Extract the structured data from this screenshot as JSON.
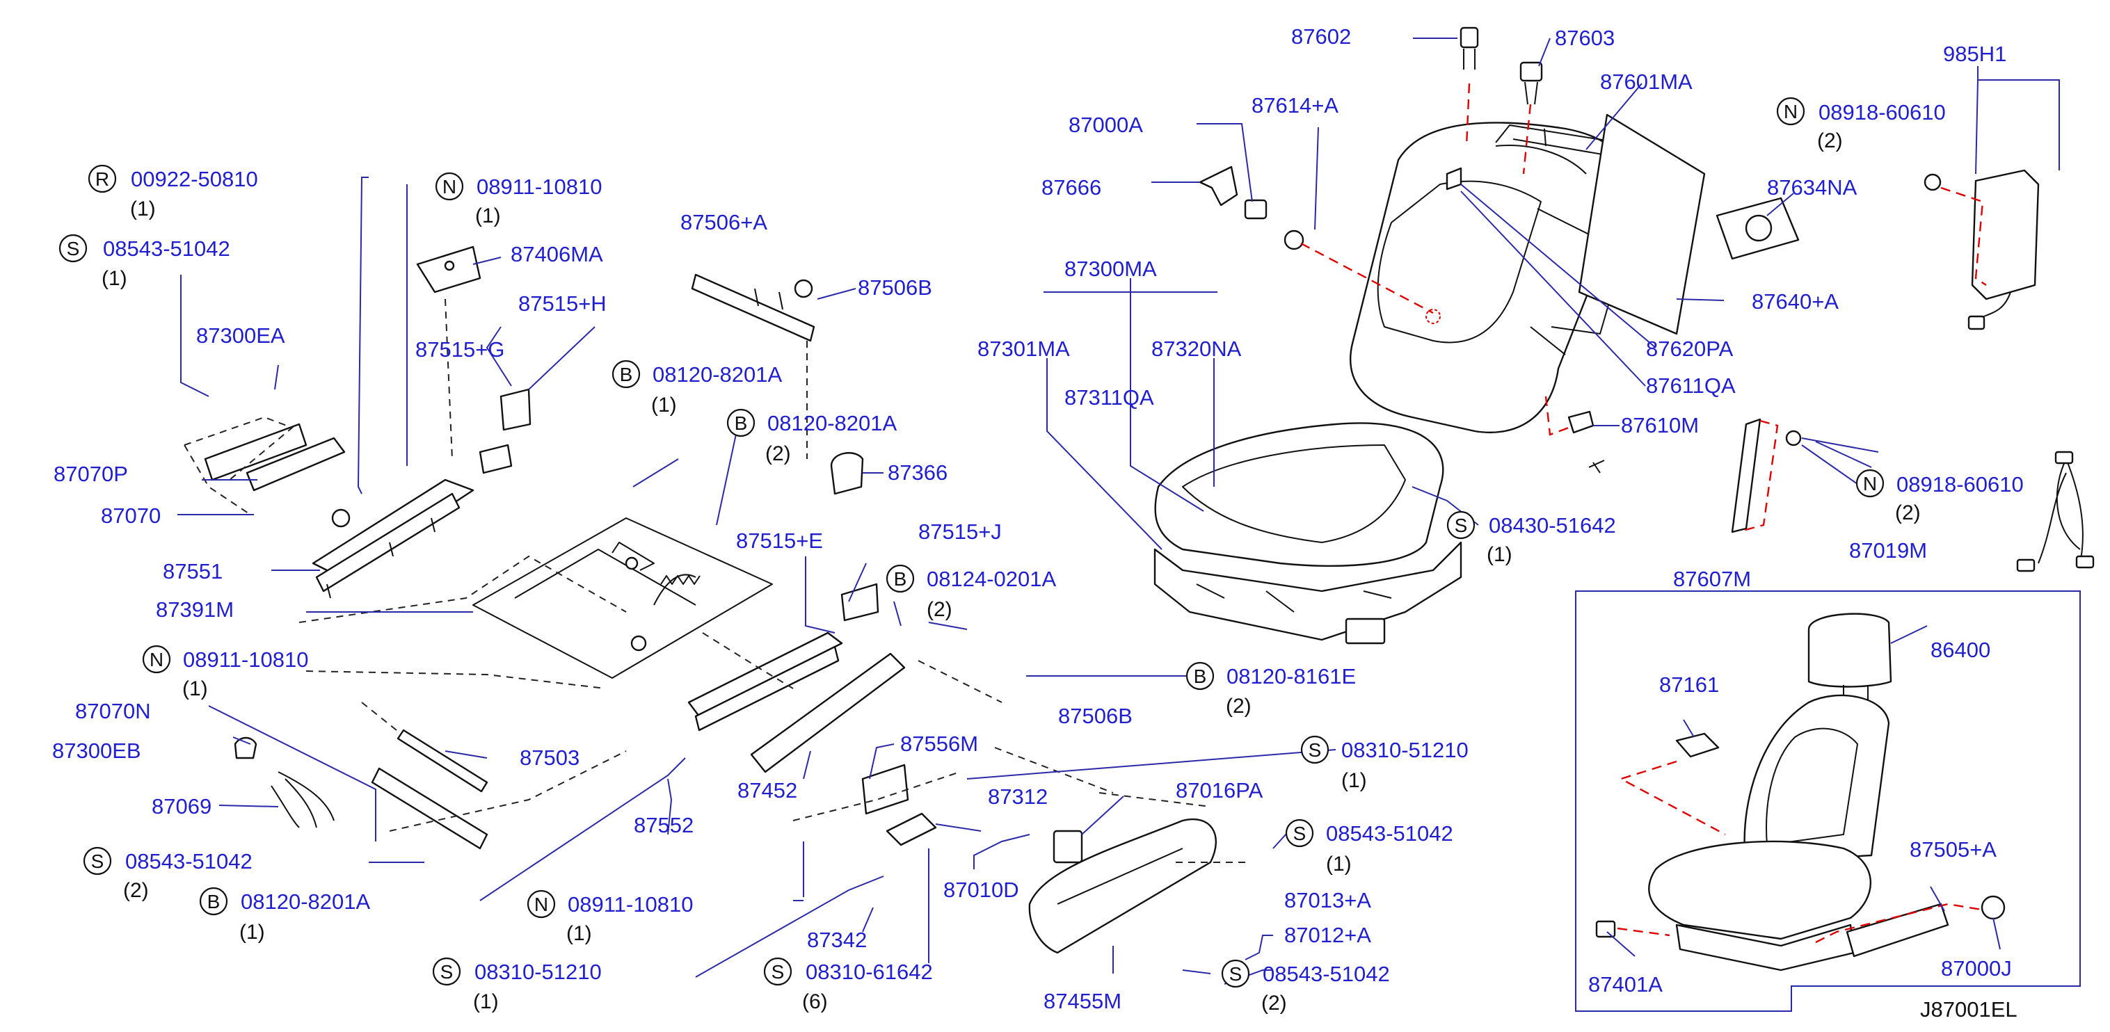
{
  "diagram_ref": "J87001EL",
  "colors": {
    "part_number": "#1f1fd0",
    "leader": "#2a2aa8",
    "red_dash": "#e00000",
    "ink": "#111111"
  },
  "labels": [
    {
      "id": "87602",
      "text": "87602"
    },
    {
      "id": "87603",
      "text": "87603"
    },
    {
      "id": "985h1",
      "text": "985H1"
    },
    {
      "id": "87601ma",
      "text": "87601MA"
    },
    {
      "id": "87614a",
      "text": "87614+A"
    },
    {
      "id": "87000a",
      "text": "87000A"
    },
    {
      "id": "87666",
      "text": "87666"
    },
    {
      "id": "87634na",
      "text": "87634NA"
    },
    {
      "id": "87640a",
      "text": "87640+A"
    },
    {
      "id": "87620pa",
      "text": "87620PA"
    },
    {
      "id": "87611qa",
      "text": "87611QA"
    },
    {
      "id": "87610m",
      "text": "87610M"
    },
    {
      "id": "87300ma",
      "text": "87300MA"
    },
    {
      "id": "87301ma",
      "text": "87301MA"
    },
    {
      "id": "87320na",
      "text": "87320NA"
    },
    {
      "id": "87311qa",
      "text": "87311QA"
    },
    {
      "id": "87607m",
      "text": "87607M"
    },
    {
      "id": "87019m",
      "text": "87019M"
    },
    {
      "id": "86400",
      "text": "86400"
    },
    {
      "id": "87161",
      "text": "87161"
    },
    {
      "id": "87505a",
      "text": "87505+A"
    },
    {
      "id": "87401a",
      "text": "87401A"
    },
    {
      "id": "87000j",
      "text": "87000J"
    },
    {
      "id": "87406ma",
      "text": "87406MA"
    },
    {
      "id": "87515h",
      "text": "87515+H"
    },
    {
      "id": "87515g",
      "text": "87515+G"
    },
    {
      "id": "87506a",
      "text": "87506+A"
    },
    {
      "id": "87506b_top",
      "text": "87506B"
    },
    {
      "id": "87300ea",
      "text": "87300EA"
    },
    {
      "id": "87070p",
      "text": "87070P"
    },
    {
      "id": "87070",
      "text": "87070"
    },
    {
      "id": "87551",
      "text": "87551"
    },
    {
      "id": "87391m",
      "text": "87391M"
    },
    {
      "id": "87366",
      "text": "87366"
    },
    {
      "id": "87515e",
      "text": "87515+E"
    },
    {
      "id": "87515j",
      "text": "87515+J"
    },
    {
      "id": "87070n",
      "text": "87070N"
    },
    {
      "id": "87300eb",
      "text": "87300EB"
    },
    {
      "id": "87069",
      "text": "87069"
    },
    {
      "id": "87503",
      "text": "87503"
    },
    {
      "id": "87552",
      "text": "87552"
    },
    {
      "id": "87452",
      "text": "87452"
    },
    {
      "id": "87556m",
      "text": "87556M"
    },
    {
      "id": "87506b_mid",
      "text": "87506B"
    },
    {
      "id": "87312",
      "text": "87312"
    },
    {
      "id": "87016pa",
      "text": "87016PA"
    },
    {
      "id": "87010d",
      "text": "87010D"
    },
    {
      "id": "87342",
      "text": "87342"
    },
    {
      "id": "87013a",
      "text": "87013+A"
    },
    {
      "id": "87012a",
      "text": "87012+A"
    },
    {
      "id": "87455m",
      "text": "87455M"
    }
  ],
  "hardware": [
    {
      "id": "r_00922",
      "symbol": "R",
      "text": "00922-50810",
      "qty": "(1)"
    },
    {
      "id": "s_08543_a",
      "symbol": "S",
      "text": "08543-51042",
      "qty": "(1)"
    },
    {
      "id": "n_08911_a",
      "symbol": "N",
      "text": "08911-10810",
      "qty": "(1)"
    },
    {
      "id": "b_08120_a",
      "symbol": "B",
      "text": "08120-8201A",
      "qty": "(1)"
    },
    {
      "id": "b_08120_b",
      "symbol": "B",
      "text": "08120-8201A",
      "qty": "(2)"
    },
    {
      "id": "b_08124",
      "symbol": "B",
      "text": "08124-0201A",
      "qty": "(2)"
    },
    {
      "id": "n_08911_b",
      "symbol": "N",
      "text": "08911-10810",
      "qty": "(1)"
    },
    {
      "id": "b_08120_8161",
      "symbol": "B",
      "text": "08120-8161E",
      "qty": "(2)"
    },
    {
      "id": "s_08543_b",
      "symbol": "S",
      "text": "08543-51042",
      "qty": "(2)"
    },
    {
      "id": "b_08120_c",
      "symbol": "B",
      "text": "08120-8201A",
      "qty": "(1)"
    },
    {
      "id": "n_08911_c",
      "symbol": "N",
      "text": "08911-10810",
      "qty": "(1)"
    },
    {
      "id": "s_08310_a",
      "symbol": "S",
      "text": "08310-51210",
      "qty": "(1)"
    },
    {
      "id": "s_08310_b",
      "symbol": "S",
      "text": "08310-51210",
      "qty": "(1)"
    },
    {
      "id": "s_08310_61642",
      "symbol": "S",
      "text": "08310-61642",
      "qty": "(6)"
    },
    {
      "id": "s_08543_c",
      "symbol": "S",
      "text": "08543-51042",
      "qty": "(1)"
    },
    {
      "id": "s_08543_d",
      "symbol": "S",
      "text": "08543-51042",
      "qty": "(2)"
    },
    {
      "id": "s_08430",
      "symbol": "S",
      "text": "08430-51642",
      "qty": "(1)"
    },
    {
      "id": "n_08918_a",
      "symbol": "N",
      "text": "08918-60610",
      "qty": "(2)"
    },
    {
      "id": "n_08918_b",
      "symbol": "N",
      "text": "08918-60610",
      "qty": "(2)"
    }
  ]
}
